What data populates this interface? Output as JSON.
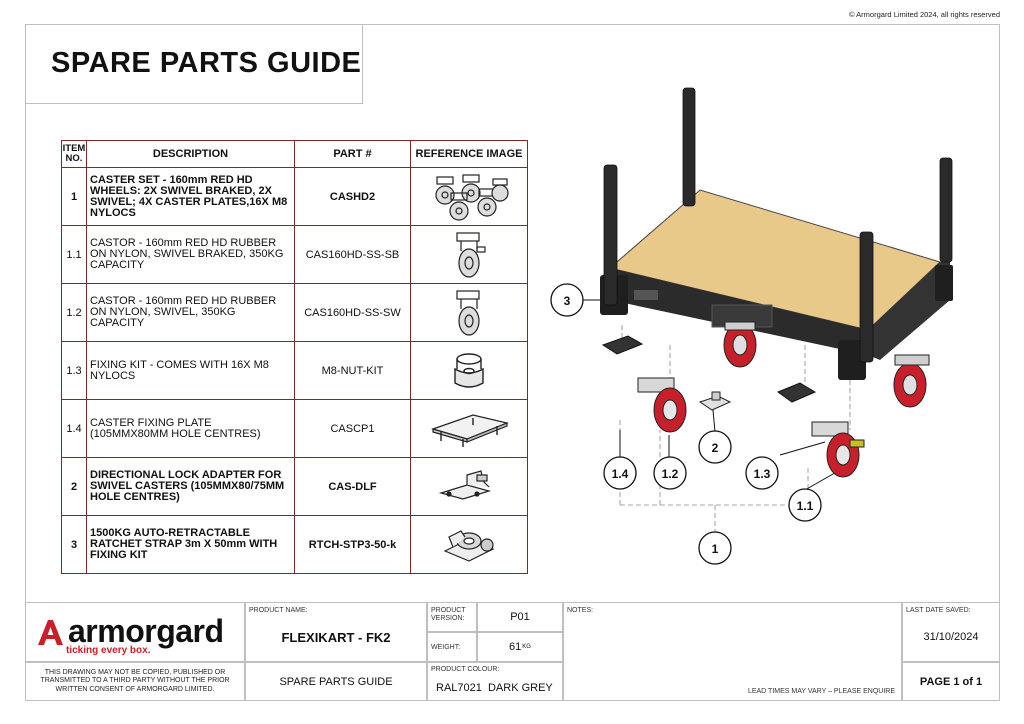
{
  "copyright": "© Armorgard Limited 2024, all rights reserved",
  "page_title": "SPARE PARTS GUIDE",
  "table": {
    "headers": [
      "ITEM NO.",
      "DESCRIPTION",
      "PART #",
      "REFERENCE IMAGE"
    ],
    "rows": [
      {
        "item": "1",
        "description": "CASTER SET - 160mm RED HD WHEELS: 2X SWIVEL BRAKED, 2X SWIVEL; 4X CASTER PLATES,16X M8 NYLOCS",
        "part": "CASHD2",
        "bold": true
      },
      {
        "item": "1.1",
        "description": "CASTOR - 160mm RED HD RUBBER ON NYLON, SWIVEL BRAKED, 350KG CAPACITY",
        "part": "CAS160HD-SS-SB",
        "bold": false
      },
      {
        "item": "1.2",
        "description": "CASTOR - 160mm RED HD RUBBER ON NYLON, SWIVEL, 350KG CAPACITY",
        "part": "CAS160HD-SS-SW",
        "bold": false
      },
      {
        "item": "1.3",
        "description": "FIXING KIT - COMES WITH 16X M8 NYLOCS",
        "part": "M8-NUT-KIT",
        "bold": false
      },
      {
        "item": "1.4",
        "description": "CASTER FIXING PLATE (105MMX80MM HOLE CENTRES)",
        "part": "CASCP1",
        "bold": false
      },
      {
        "item": "2",
        "description": "DIRECTIONAL LOCK ADAPTER FOR SWIVEL CASTERS (105MMX80/75MM HOLE CENTRES)",
        "part": "CAS-DLF",
        "bold": true
      },
      {
        "item": "3",
        "description": "1500KG AUTO-RETRACTABLE RATCHET STRAP 3m X 50mm WITH FIXING KIT",
        "part": "RTCH-STP3-50-k",
        "bold": true
      }
    ]
  },
  "callouts": [
    "3",
    "2",
    "1.4",
    "1.2",
    "1.3",
    "1.1",
    "1"
  ],
  "footer": {
    "logo_text": "armorgard",
    "tagline": "ticking every box.",
    "disclaimer": "THIS DRAWING MAY NOT BE COPIED, PUBLISHED OR TRANSMITTED TO A THIRD PARTY WITHOUT THE PRIOR WRITTEN CONSENT OF ARMORGARD LIMITED.",
    "product_name_label": "PRODUCT NAME:",
    "product_name": "FLEXIKART - FK2",
    "doc_type": "SPARE PARTS GUIDE",
    "product_version_label": "PRODUCT VERSION:",
    "product_version": "P01",
    "weight_label": "WEIGHT:",
    "weight_value": "61",
    "weight_unit": "KG",
    "product_colour_label": "PRODUCT COLOUR:",
    "product_colour": "RAL7021  DARK GREY",
    "notes_label": "NOTES:",
    "lead_times": "LEAD TIMES MAY VARY – PLEASE ENQUIRE",
    "last_saved_label": "LAST DATE SAVED:",
    "last_saved": "31/10/2024",
    "page": "PAGE 1 of 1"
  },
  "colors": {
    "accent_red": "#c8202a",
    "table_border": "#7a2a2a",
    "board": "#e8c98a",
    "frame_dark": "#2b2b2b"
  }
}
